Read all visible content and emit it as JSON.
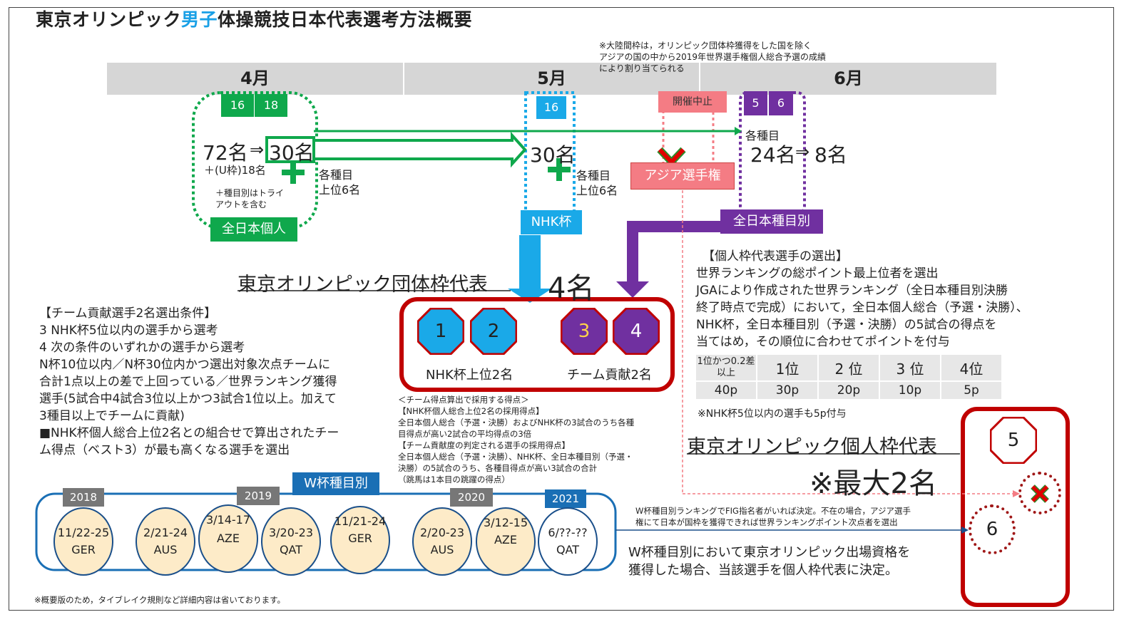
{
  "title": {
    "part1": "東京オリンピック",
    "part2": "男子",
    "part3": "体操競技日本代表選考方法概要"
  },
  "colors": {
    "green": "#0fa84c",
    "cyan": "#1aa9e8",
    "purple": "#7030a0",
    "red": "#c00000",
    "pink": "#f47c84"
  },
  "note_continental": [
    "※大陸間枠は，オリンピック団体枠獲得をした国を除く",
    "アジアの国の中から2019年世界選手権個人総合予選の成績",
    "により割り当てられる"
  ],
  "months": [
    "4月",
    "5月",
    "6月"
  ],
  "zennihon_kojin": {
    "dates": [
      "16",
      "18"
    ],
    "count": "72名",
    "arrow": "⇒",
    "result": "30名",
    "u_frame": "＋(U枠)18名",
    "tryout": [
      "＋種目別はトライ",
      "アウトを含む"
    ],
    "event_top": [
      "各種目",
      "上位6名"
    ],
    "label": "全日本個人"
  },
  "nhk": {
    "date": "16",
    "count": "30名",
    "event_top": [
      "各種目",
      "上位6名"
    ],
    "label": "NHK杯"
  },
  "asia": {
    "cancel": "開催中止",
    "label": "アジア選手権"
  },
  "event_champ": {
    "dates": [
      "5",
      "6"
    ],
    "each_event": "各種目",
    "count": "24名",
    "arrow": "⇒",
    "result": "8名",
    "label": "全日本種目別"
  },
  "team": {
    "heading": "東京オリンピック団体枠代表",
    "count": "4名",
    "players": [
      "1",
      "2",
      "3",
      "4"
    ],
    "nhk_top": "NHK杯上位2名",
    "contribution": "チーム貢献2名"
  },
  "team_conditions": [
    "【チーム貢献選手2名選出条件】",
    "3 NHK杯5位以内の選手から選考",
    "4 次の条件のいずれかの選手から選考",
    "N杯10位以内／N杯30位内かつ選出対象次点チームに",
    "合計1点以上の差で上回っている／世界ランキング獲得",
    "選手(5試合中4試合3位以上かつ3試合1位以上。加えて",
    "3種目以上でチームに貢献)",
    "■NHK杯個人総合上位2名との組合せで算出されたチー",
    "ム得点（ベスト3）が最も高くなる選手を選出"
  ],
  "team_points": [
    "＜チーム得点算出で採用する得点＞",
    "【NHK杯個人総合上位2名の採用得点】",
    "全日本個人総合（予選・決勝）およびNHK杯の3試合のうち各種",
    "目得点が高い2試合の平均得点の3倍",
    "【チーム貢献度の判定される選手の採用得点】",
    "全日本個人総合（予選・決勝）、NHK杯、全日本種目別（予選・",
    "決勝）の5試合のうち、各種目得点が高い3試合の合計",
    "（跳馬は1本目の跳躍の得点）"
  ],
  "individual_selection": [
    "【個人枠代表選手の選出】",
    "世界ランキングの総ポイント最上位者を選出",
    "JGAにより作成された世界ランキング（全日本種目別決勝",
    "終了時点で完成）において，全日本個人総合（予選・決勝）、",
    "NHK杯，全日本種目別（予選・決勝）の5試合の得点を",
    "当てはめ，その順位に合わせてポイントを付与"
  ],
  "ranking_table": {
    "headers": [
      "1位かつ0.2差以上",
      "1位",
      "2 位",
      "3 位",
      "4位"
    ],
    "points": [
      "40p",
      "30p",
      "20p",
      "10p",
      "5p"
    ]
  },
  "nhk_note": "※NHK杯5位以内の選手も5p付与",
  "individual": {
    "heading": "東京オリンピック個人枠代表",
    "max": "※最大2名",
    "players": [
      "5",
      "6"
    ]
  },
  "wcup": {
    "label": "W杯種目別",
    "years": [
      "2018",
      "2019",
      "2020",
      "2021"
    ],
    "events": [
      {
        "date": "11/22-25",
        "city": "GER"
      },
      {
        "date": "2/21-24",
        "city": "AUS"
      },
      {
        "date": "3/14-17",
        "city": "AZE"
      },
      {
        "date": "3/20-23",
        "city": "QAT"
      },
      {
        "date": "11/21-24",
        "city": "GER"
      },
      {
        "date": "2/20-23",
        "city": "AUS"
      },
      {
        "date": "3/12-15",
        "city": "AZE"
      },
      {
        "date": "6/??-??",
        "city": "QAT"
      }
    ]
  },
  "fig_note": [
    "W杯種目別ランキングでFIG指名者がいれば決定。不在の場合，アジア選手",
    "権にて日本が国枠を獲得できれば世界ランキングポイント次点者を選出"
  ],
  "wcup_note": [
    "W杯種目別において東京オリンピック出場資格を",
    "獲得した場合、当該選手を個人枠代表に決定。"
  ],
  "footnote": "※概要版のため，タイブレイク規則など詳細内容は省いております。"
}
